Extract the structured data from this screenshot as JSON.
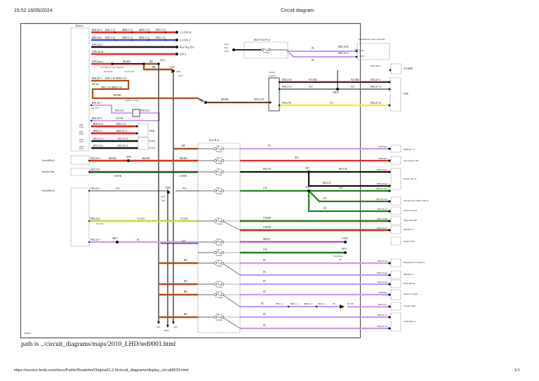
{
  "header": {
    "datetime": "15:52 16/05/2024",
    "title": "Circuit diagram"
  },
  "diagram": {
    "id_label": "TED0001",
    "colors": {
      "red": "#e8262a",
      "blue": "#2d4ee0",
      "black": "#111111",
      "brown": "#a9501f",
      "purple": "#c79af0",
      "yellow": "#f3ee2c",
      "green": "#17831b",
      "yellowgreen": "#a6d63a",
      "grey": "#777777"
    },
    "battery": {
      "label": "Battery",
      "lines": [
        {
          "from": "RHC20-5",
          "mid": [
            "RHC1-14",
            "MHC3-14",
            "MHC1-14",
            "FHC1-14"
          ],
          "to": "2-CAN2-H",
          "color": "red"
        },
        {
          "from": "RHC20-6",
          "mid": [
            "RHC1-15",
            "MHC3-15",
            "MHC1-15",
            "FHC1-15"
          ],
          "to": "2-CAN2-L",
          "color": "blue"
        },
        {
          "from": "APS Out C",
          "mid": [],
          "to": "Rear Neg Post",
          "color": "black"
        },
        {
          "from": "APS Out B",
          "mid": [],
          "to": "APS 2",
          "color": "red"
        }
      ],
      "aps_out_a": {
        "label": "APS Out A",
        "wire": "BK/RD",
        "br1": "BR",
        "br2": "BR",
        "node_l": "L[F]",
        "node_c": "C[F]",
        "aps": "APS",
        "aps_v": "+12V",
        "junction": "12V Batt on 12V Junction",
        "post_rear": "Post Rear",
        "post_front": "Post Front"
      },
      "rhc20_1": {
        "label": "RHC20-1",
        "mid": [
          "RHC1-10",
          "MHC3-10"
        ],
        "wire": "BR/BK",
        "fhc": [
          "FHC1-10",
          "MHC1-10"
        ],
        "wire2": "BR/BK",
        "node": "S[F]"
      },
      "inertia": {
        "label": "Inertia S witch",
        "rhc20_7": "RHC20-7",
        "plwt": "PL/WT",
        "fhc16_1": "FHC16-1",
        "fhc16_2": "FHC16-2",
        "wtpl": "WT/PL",
        "rhc20_8": "RHC20-8"
      },
      "pem": {
        "label": "PEM",
        "rows": [
          {
            "side": "PEM HVIL",
            "from": "RHC31-2",
            "to": "RHC12-5"
          },
          {
            "side": "PEM HVIL",
            "from": "RHC31-1",
            "to": "RHC12-11"
          }
        ]
      },
      "hvac": {
        "rows": [
          {
            "side": "HVAC HVIL",
            "from": "HVC12-4",
            "to": "HVC13-4",
            "right": "HVIN-H"
          },
          {
            "side": "HVAC HVIL",
            "from": "HVC12-3",
            "to": "HVC13-3",
            "right": "HVIN-H"
          }
        ]
      }
    },
    "rear_fuse_box": {
      "label": "Rear F use B ox",
      "left": [
        "Rear",
        "Pos",
        "Post"
      ],
      "fuse_rating": "15 Amps",
      "wire_top": "PL",
      "wire_bottom": "PL",
      "pin_top": "RHC19-K",
      "pin_bottom": "RHC19-A"
    },
    "tcm": {
      "label": "Transmission Control Module",
      "pins": [
        "IGN",
        "+12V"
      ]
    },
    "alarm": {
      "pin": "FHC106-1",
      "label": "ALARM"
    },
    "starter": {
      "label": "Starter Switch",
      "rows": [
        {
          "pin": "FHC4-50",
          "wire": "WT/RD",
          "wire2": "WT/RD",
          "to": "FHC47-6",
          "color": "red"
        },
        {
          "pin": "FHC4-15",
          "wire": "WT",
          "wire2": "WT",
          "to": "FHC47-13",
          "color": "grey",
          "node": "A8[F]"
        },
        {
          "pin": "FHC4-W",
          "wire": "YL",
          "wire2": "",
          "to": "FHC47-21",
          "color": "yellow"
        }
      ],
      "feed": {
        "wire": "BR/BK",
        "pin": "FHC4-30"
      },
      "vms": "VMS"
    },
    "fuse_box": {
      "label": "Fuse B ox",
      "fuses": [
        {
          "name": "Fuse 1",
          "rating": "10 Amps"
        },
        {
          "name": "Fuse 2",
          "rating": "15 Amps"
        },
        {
          "name": "Fuse 3",
          "rating": "20 Amps"
        },
        {
          "name": "Fuse 4",
          "rating": "15 Amps"
        },
        {
          "name": "Fuse 5",
          "rating": "7.5 Amps"
        },
        {
          "name": "Fuse 6",
          "rating": "10 Amps"
        },
        {
          "name": "Fuse 7",
          "rating": "10 Amps"
        },
        {
          "name": "Fuse 8",
          "rating": "5 Amps"
        },
        {
          "name": "Fuse 9",
          "rating": "15 Amps"
        },
        {
          "name": "Fuse 10",
          "rating": "7.5 Amps"
        },
        {
          "name": "Fuse 11",
          "rating": "20 Amps"
        }
      ]
    },
    "left_devices": [
      {
        "label": "SwitchPac k",
        "pin": "FHC20-5",
        "wire": "BR/RD",
        "node": "N[F]",
        "wire2": "BR/RD",
        "wire3": "BR/RD"
      },
      {
        "label": "Interior Fan",
        "pin": "FHC74-1",
        "wire": "GN/BK",
        "wire2": "GN/BK"
      },
      {
        "label": "SwitchPac k",
        "pin": "FHC23-1",
        "wire": "WT",
        "node": "D[F]",
        "wire2": "WT",
        "key": "Key",
        "on": "'On'"
      },
      {
        "pin": "FHC22-6",
        "wire": "YL/GN",
        "wire2": "YL/GN",
        "wire_under": "YL/GN"
      },
      {
        "pin": "FHC22-7",
        "wire": "PL",
        "node": "M[F]"
      }
    ],
    "bottom_nodes": [
      "L[F]",
      "D[F]",
      "C[F]"
    ],
    "fuse_in_wires": [
      "BR",
      "WT",
      "BR",
      "BR",
      "BR",
      "BR"
    ],
    "outputs": [
      {
        "wire": "PL",
        "pin": "FHC56-6",
        "device": "ABS-EC U",
        "color": "purple"
      },
      {
        "wire": "RD",
        "pin": "FHC68-2",
        "device": "Aux Power Skt",
        "color": "red"
      },
      {
        "wire": "BK/GN",
        "node": "P[F]",
        "wire2": "BK/GN",
        "pin": "FHC49-K1",
        "device": "HVAC-EC U",
        "color": "black"
      },
      {
        "wire": "BK/GN",
        "pin": "FHC49-K2",
        "color": "black"
      },
      {
        "wire": "GN",
        "node": "G[F]",
        "wire2": "GN",
        "pin": "FHC65-53a",
        "device": "Windscreen Wiper Motor",
        "color": "green"
      },
      {
        "wire": "GN",
        "pin": "FHC16-53a",
        "device": "Wiper Switch",
        "color": "green"
      },
      {
        "wire": "GN",
        "pin": "FHC30-15",
        "device": "Wiper Module",
        "color": "green"
      },
      {
        "wire": "GN/RD",
        "pin": "FHC33-B8",
        "device": "DIP-EC U",
        "color": "gnrd"
      },
      {
        "wire": "GN/RD",
        "pin": "FHC42-A7",
        "device": "Audio Unit",
        "color": "gnrd"
      },
      {
        "wire": "BR/PL",
        "node": "A5[F]",
        "color": "brpl"
      },
      {
        "wire": "GN",
        "node": "B[F]",
        "note1": "Fused  Key",
        "note2": "'On'",
        "color": "green"
      },
      {
        "wire": "PL",
        "pin": "FHC53-16",
        "device": "Diagnostic  Connector",
        "color": "purple"
      },
      {
        "wire": "PL",
        "pin": "FHC33-A5",
        "device": "DIP-EC U",
        "color": "purple"
      },
      {
        "wire": "PL",
        "pin": "FHC19-30",
        "device": "Horn Relay",
        "color": "purple"
      },
      {
        "wire": "PL",
        "pin": "FHC88-2",
        "device": "Interior Lights",
        "color": "purple"
      },
      {
        "wire": "PL",
        "mid": [
          "FHC1-1",
          "MHC1-1",
          "MHC3-1",
          "RHC1-1"
        ],
        "wire_b": "PL",
        "wire_c": "PL/PK",
        "pin": "RHC18-1",
        "device": "Trunk Light",
        "color": "purple"
      },
      {
        "wire": "PL",
        "pin": "FHC20-13",
        "device": "SwitchPac k",
        "color": "purple"
      },
      {
        "wire": "PL",
        "pin": "FHC20-14",
        "color": "purple"
      }
    ]
  },
  "footer": {
    "path_note": "path is ../circuit_diagrams/maps/2010_LHD/ted0001.html",
    "url": "https://service.tesla.com/docs/Public/Roadster/Original/1.2.5/circuit_diagrams/display_circuit6633.html",
    "page": "1/1"
  }
}
